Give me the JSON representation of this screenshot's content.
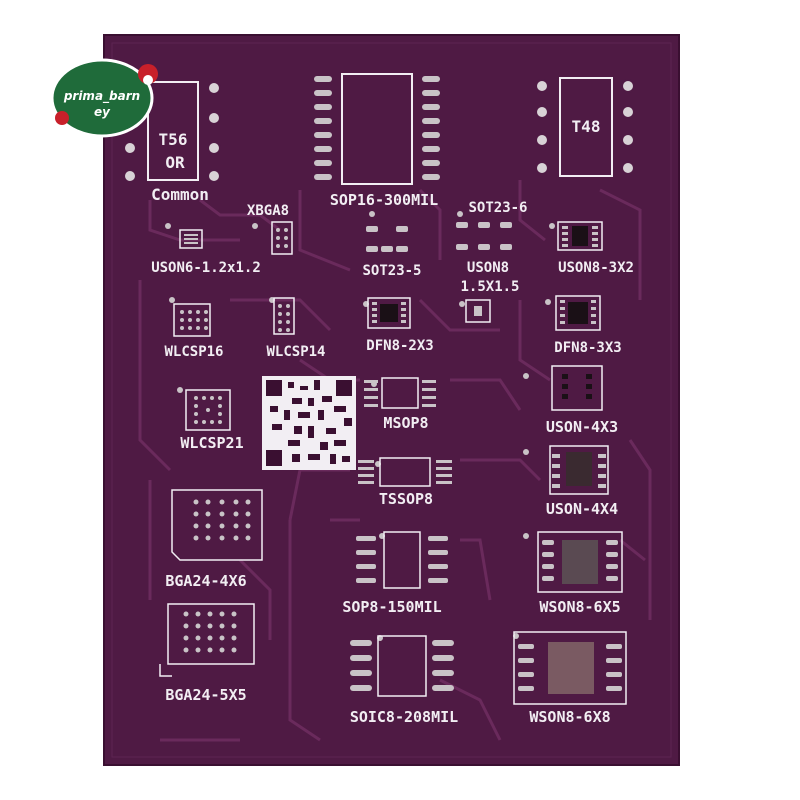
{
  "colors": {
    "background": "#ffffff",
    "board": "#4f1a44",
    "board_edge": "#3a0f31",
    "trace": "#6a2a5c",
    "silkscreen": "#f2eef3",
    "pad": "#c9c3c7",
    "badge_green": "#1f6b3a",
    "badge_red": "#c8202a"
  },
  "watermark": {
    "line1": "prima_barn",
    "line2": "ey"
  },
  "labels": {
    "t56": "T56",
    "or": "OR",
    "common": "Common",
    "sop16": "SOP16-300MIL",
    "t48": "T48",
    "xbga8": "XBGA8",
    "sot23_6": "SOT23-6",
    "uson6": "USON6-1.2x1.2",
    "sot23_5": "SOT23-5",
    "uson8_line1": "USON8",
    "uson8_line2": "1.5X1.5",
    "uson8_3x2": "USON8-3X2",
    "wlcsp16": "WLCSP16",
    "wlcsp14": "WLCSP14",
    "dfn8_2x3": "DFN8-2X3",
    "dfn8_3x3": "DFN8-3X3",
    "wlcsp21": "WLCSP21",
    "msop8": "MSOP8",
    "uson_4x3": "USON-4X3",
    "tssop8": "TSSOP8",
    "uson_4x4": "USON-4X4",
    "bga24_4x6": "BGA24-4X6",
    "sop8_150": "SOP8-150MIL",
    "wson8_6x5": "WSON8-6X5",
    "bga24_5x5": "BGA24-5X5",
    "soic8_208": "SOIC8-208MIL",
    "wson8_6x8": "WSON8-6X8"
  }
}
